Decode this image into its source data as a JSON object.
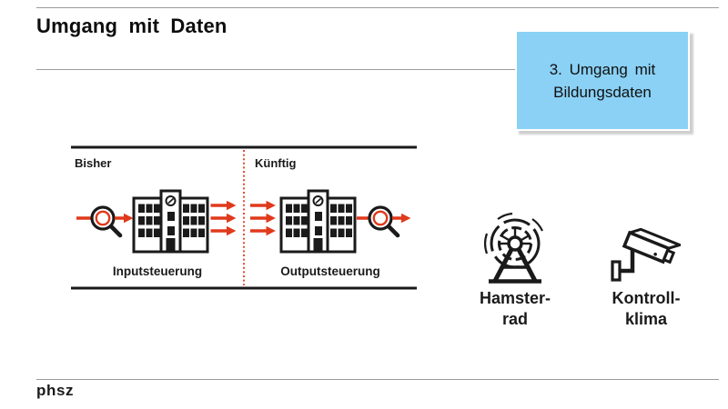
{
  "page": {
    "title": "Umgang mit Daten",
    "footer_logo": "phsz"
  },
  "theme": {
    "accent_red": "#E0391B",
    "callout_blue": "#8AD1F5",
    "line_gray": "#9B9B9B",
    "ink": "#1A1A1A"
  },
  "callout": {
    "line1": "3. Umgang mit",
    "line2": "Bildungsdaten"
  },
  "diagram": {
    "before_label": "Bisher",
    "after_label": "Künftig",
    "before_caption": "Inputsteuerung",
    "after_caption": "Outputsteuerung",
    "icons": {
      "left_device": "magnifying-glass",
      "building": "school-building",
      "divider": "red-dotted-divider",
      "flow": "red-arrows"
    }
  },
  "concepts": [
    {
      "icon": "hamster-wheel",
      "label_line1": "Hamster-",
      "label_line2": "rad"
    },
    {
      "icon": "surveillance-camera",
      "label_line1": "Kontroll-",
      "label_line2": "klima"
    }
  ]
}
